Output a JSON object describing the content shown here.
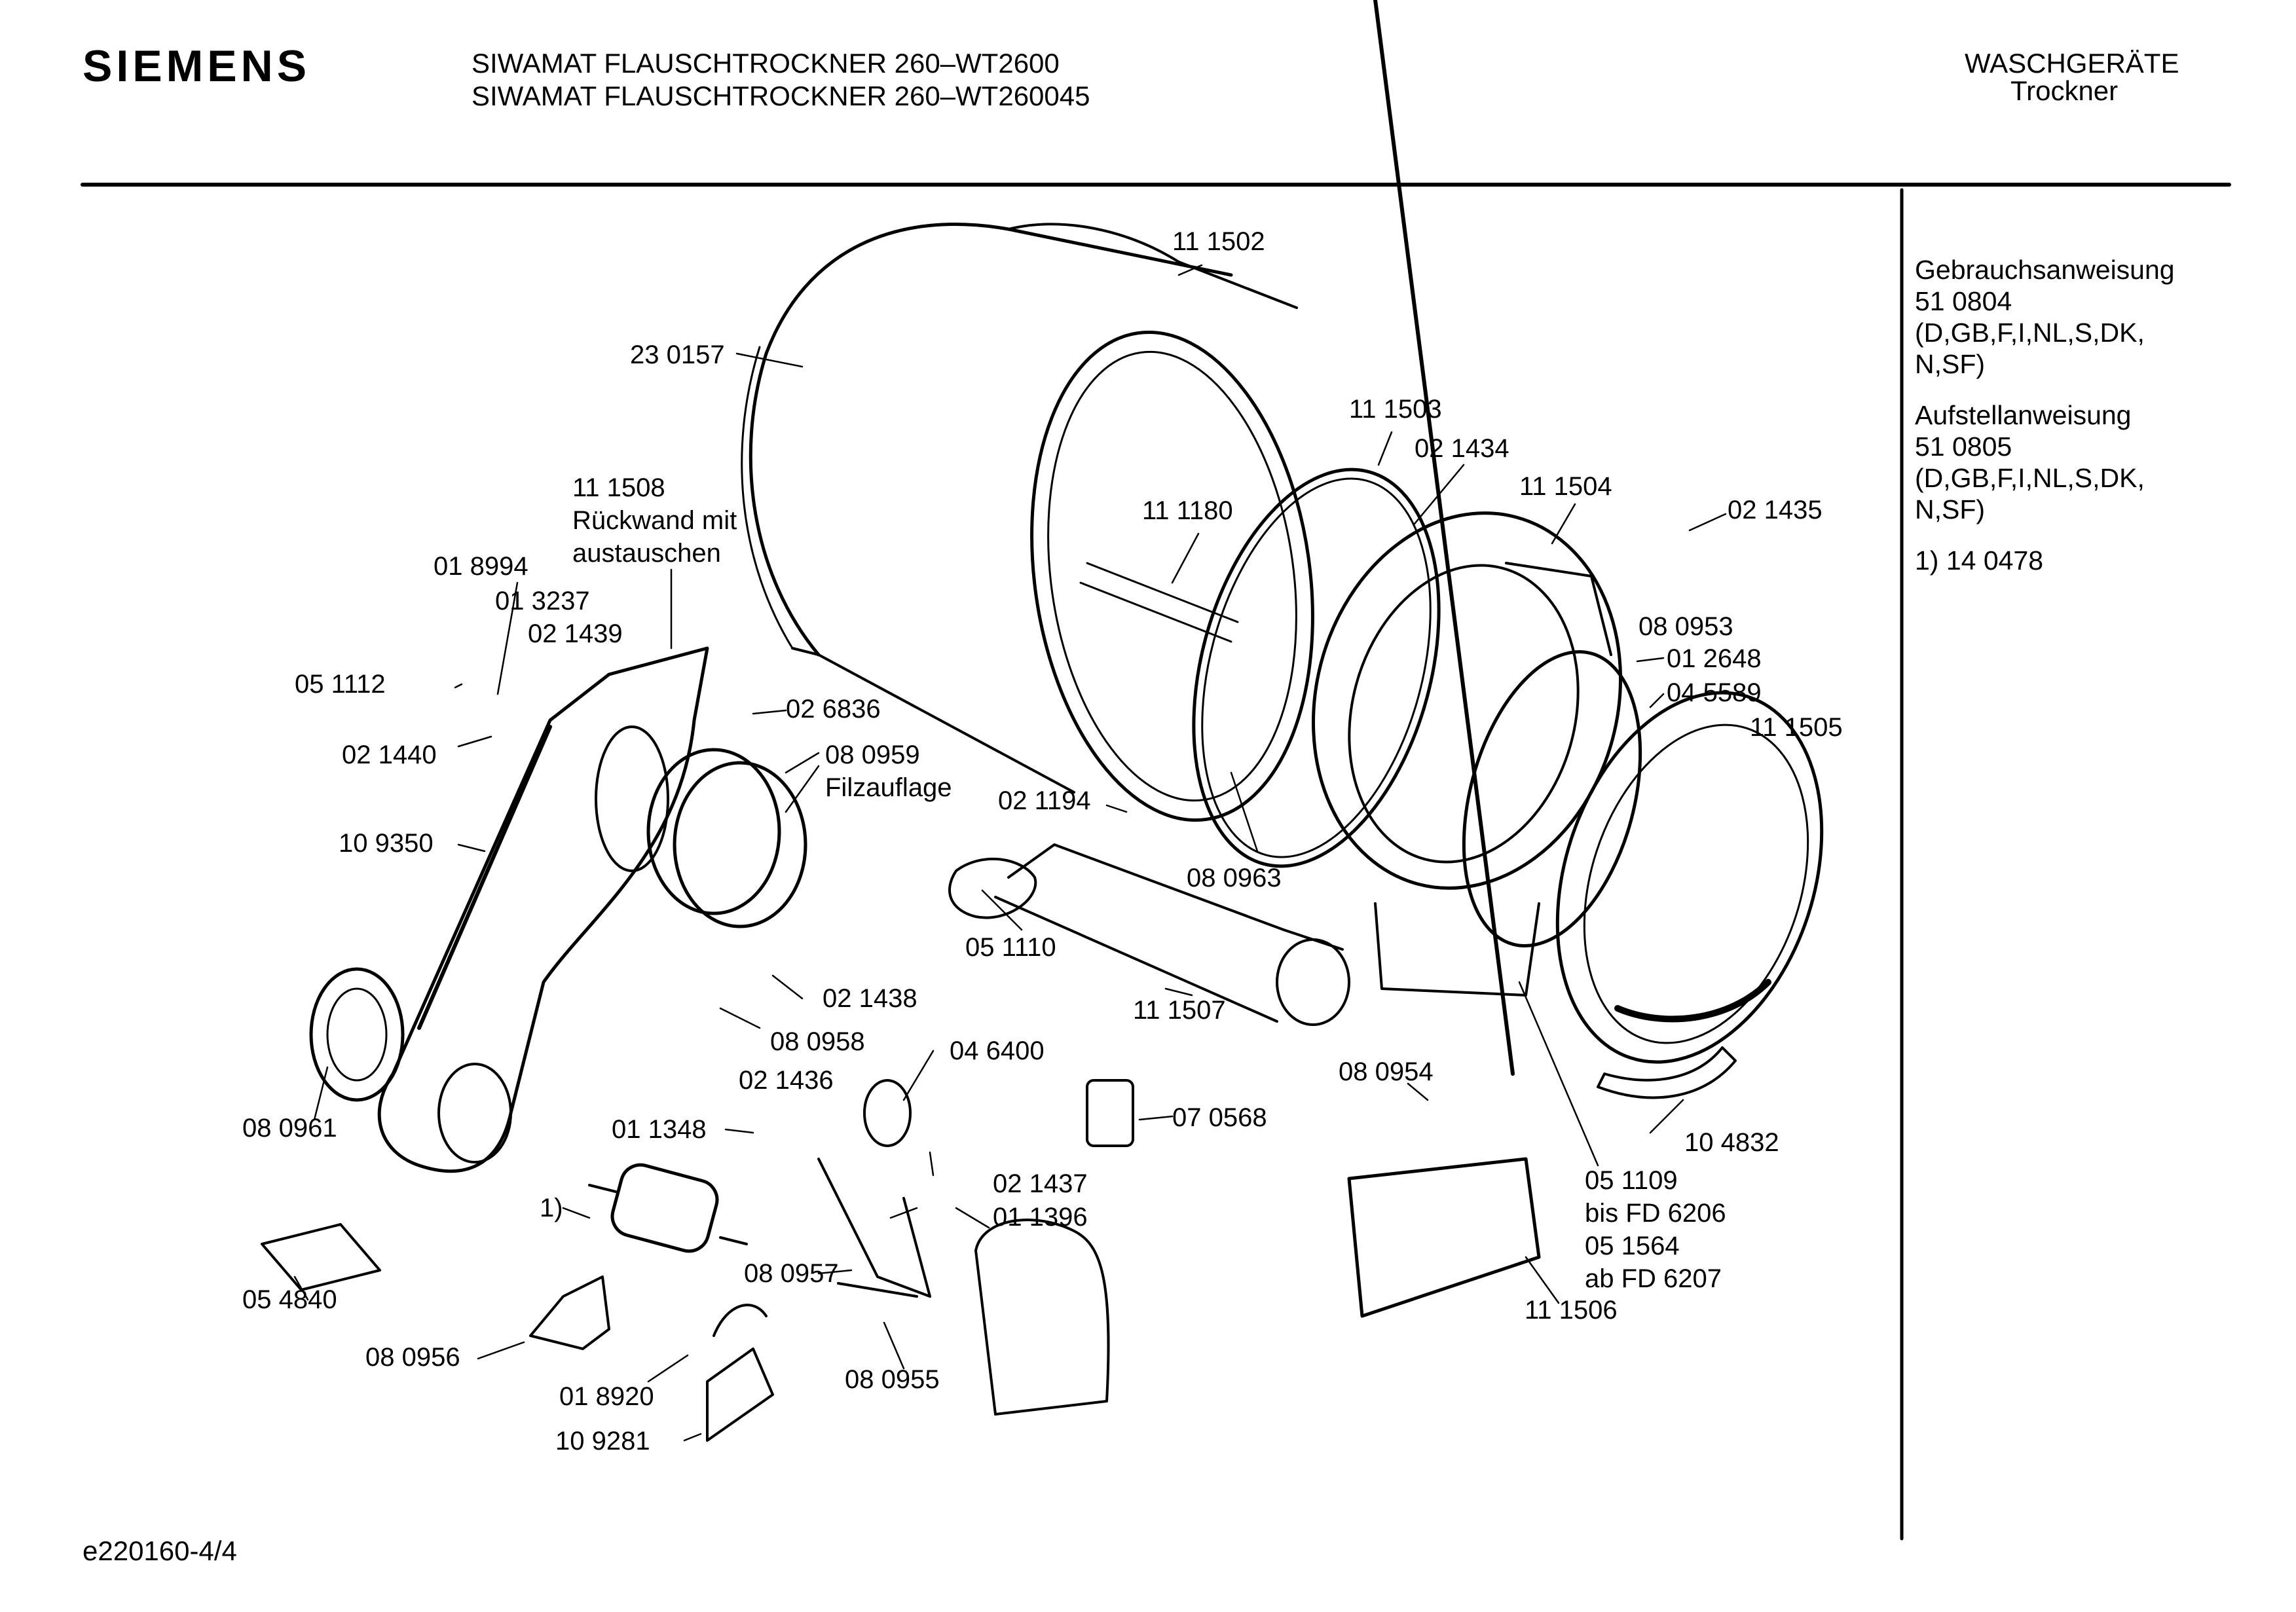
{
  "header": {
    "brand": "SIEMENS",
    "title_line1": "SIWAMAT FLAUSCHTROCKNER 260–WT2600",
    "title_line2": "SIWAMAT FLAUSCHTROCKNER 260–WT260045",
    "category_line1": "WASCHGERÄTE",
    "category_line2": "Trockner"
  },
  "sidebar": {
    "manual_title": "Gebrauchsanweisung",
    "manual_number": "51 0804",
    "manual_langs_1": "(D,GB,F,I,NL,S,DK,",
    "manual_langs_2": "N,SF)",
    "install_title": "Aufstellanweisung",
    "install_number": "51 0805",
    "install_langs_1": "(D,GB,F,I,NL,S,DK,",
    "install_langs_2": "N,SF)",
    "footnote": "1)  14 0478"
  },
  "footer": {
    "doc_id": "e220160-4/4"
  },
  "parts": {
    "p111502": "11 1502",
    "p230157": "23 0157",
    "p111503": "11 1503",
    "p021434": "02 1434",
    "p111504": "11 1504",
    "p021435": "02 1435",
    "p111180": "11 1180",
    "p111508": "11 1508",
    "rueckwand_1": "Rückwand mit",
    "rueckwand_2": "austauschen",
    "p018994": "01 8994",
    "p013237": "01 3237",
    "p021439": "02 1439",
    "p051112": "05 1112",
    "p026836": "02 6836",
    "p021440": "02 1440",
    "p080959": "08 0959",
    "filzauflage": "Filzauflage",
    "p080953": "08 0953",
    "p012648": "01 2648",
    "p045589": "04 5589",
    "p111505": "11 1505",
    "p109350": "10 9350",
    "p021194": "02 1194",
    "p080963": "08 0963",
    "p051110": "05 1110",
    "p021438": "02 1438",
    "p111507": "11 1507",
    "p080958": "08 0958",
    "p046400": "04 6400",
    "p021436": "02 1436",
    "p080954": "08 0954",
    "p070568": "07 0568",
    "p080961": "08 0961",
    "p011348": "01 1348",
    "p104832": "10 4832",
    "p021437": "02 1437",
    "p051109": "05 1109",
    "bis_fd": "bis FD 6206",
    "p011396": "01 1396",
    "p051564": "05 1564",
    "ab_fd": "ab FD 6207",
    "note1": "1)",
    "p080957": "08 0957",
    "p054840": "05 4840",
    "p111506": "11 1506",
    "p080956": "08 0956",
    "p080955": "08 0955",
    "p018920": "01 8920",
    "p109281": "10 9281"
  }
}
